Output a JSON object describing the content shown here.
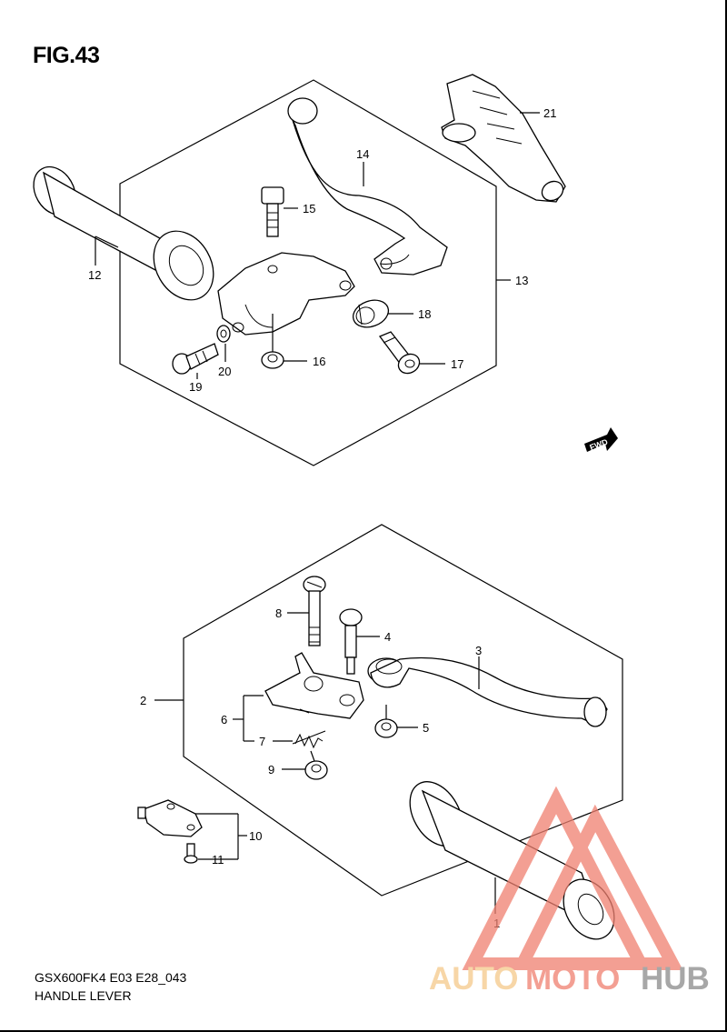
{
  "figure_title": "FIG.43",
  "footer": {
    "model_code": "GSX600FK4 E03 E28_043",
    "section_name": "HANDLE LEVER"
  },
  "fwd_label": "FWD",
  "callouts": {
    "c1": "1",
    "c2": "2",
    "c3": "3",
    "c4": "4",
    "c5": "5",
    "c6": "6",
    "c7": "7",
    "c8": "8",
    "c9": "9",
    "c10": "10",
    "c11": "11",
    "c12": "12",
    "c13": "13",
    "c14": "14",
    "c15": "15",
    "c16": "16",
    "c17": "17",
    "c18": "18",
    "c19": "19",
    "c20": "20",
    "c21": "21"
  },
  "watermark": {
    "part1": "AUTO",
    "part2": "MOTO",
    "part3": "HUB",
    "color_light": "#f5c98a",
    "color_red": "#f08070",
    "color_gray": "#8a8a8a"
  }
}
